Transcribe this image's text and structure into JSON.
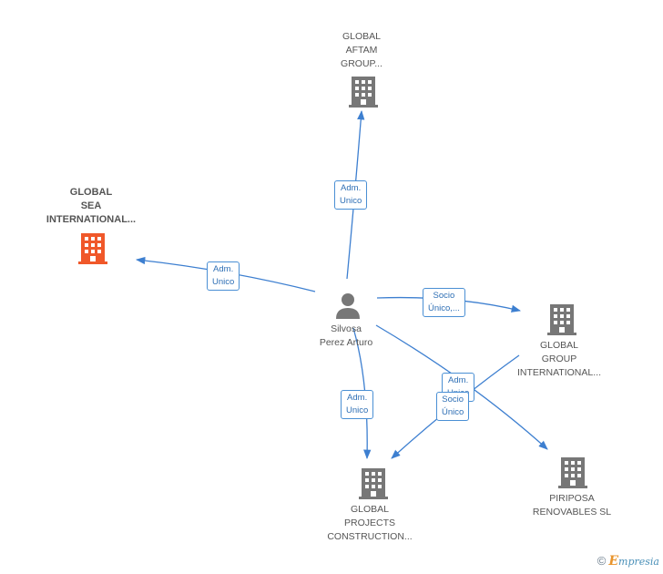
{
  "colors": {
    "edge": "#3d7fd0",
    "building": "#777777",
    "focus_building": "#f0582a",
    "person": "#777777"
  },
  "nodes": {
    "sea": {
      "lines": [
        "GLOBAL",
        "SEA",
        "INTERNATIONAL..."
      ],
      "icon": "building-icon"
    },
    "aftam": {
      "lines": [
        "GLOBAL",
        "AFTAM",
        "GROUP..."
      ],
      "icon": "building-icon"
    },
    "person": {
      "lines": [
        "Silvosa",
        "Perez Arturo"
      ],
      "icon": "person-icon"
    },
    "group_intl": {
      "lines": [
        "GLOBAL",
        "GROUP",
        "INTERNATIONAL..."
      ],
      "icon": "building-icon"
    },
    "projects": {
      "lines": [
        "GLOBAL",
        "PROJECTS",
        "CONSTRUCTION..."
      ],
      "icon": "building-icon"
    },
    "piriposa": {
      "lines": [
        "PIRIPOSA",
        "RENOVABLES SL"
      ],
      "icon": "building-icon"
    }
  },
  "edges": {
    "to_aftam": [
      "Adm.",
      "Unico"
    ],
    "to_sea": [
      "Adm.",
      "Unico"
    ],
    "to_group_intl": [
      "Socio",
      "Único,..."
    ],
    "to_projects": [
      "Adm.",
      "Unico"
    ],
    "to_piriposa": [
      "Adm.",
      "Unico"
    ],
    "group_to_projects": [
      "Socio",
      "Único"
    ]
  },
  "footer": {
    "copyright_symbol": "©",
    "brand_initial": "E",
    "brand_rest": "mpresia"
  }
}
